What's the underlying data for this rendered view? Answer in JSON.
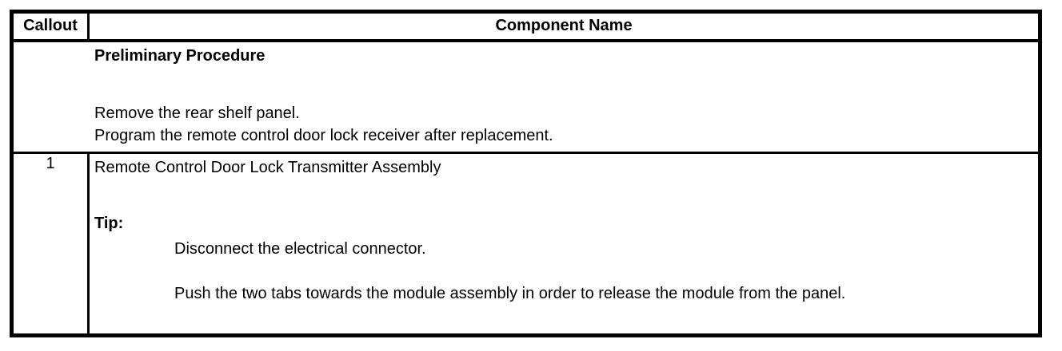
{
  "document": {
    "background_color": "#ffffff",
    "text_color": "#000000",
    "border_color": "#000000"
  },
  "table": {
    "header": {
      "callout_label": "Callout",
      "component_label": "Component Name"
    },
    "preliminary_row": {
      "title": "Preliminary Procedure",
      "steps": [
        "Remove the rear shelf panel.",
        "Program the remote control door lock receiver after replacement."
      ]
    },
    "component_rows": [
      {
        "callout": "1",
        "component_name": "Remote Control Door Lock Transmitter Assembly",
        "tip_label": "Tip:",
        "tip_steps": [
          "Disconnect the electrical connector.",
          "Push the two tabs towards the module assembly in order to release the module from the panel."
        ]
      }
    ]
  }
}
